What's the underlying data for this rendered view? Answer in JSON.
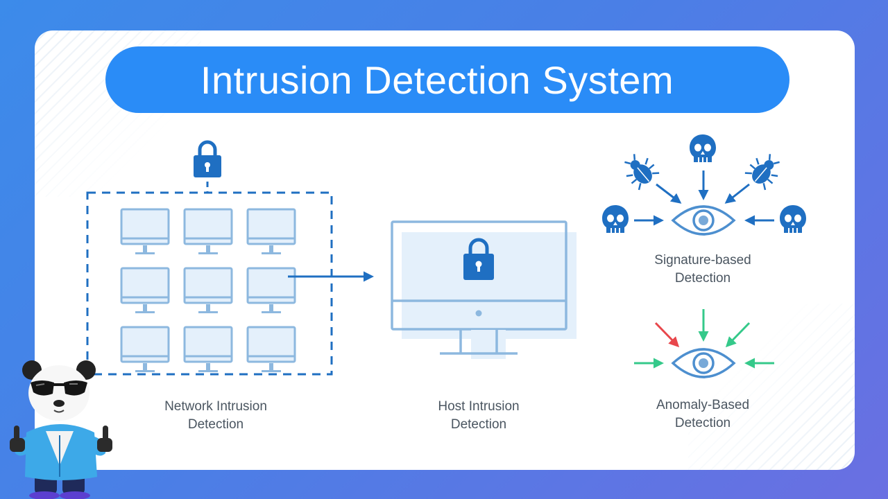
{
  "title": "Intrusion Detection System",
  "sections": {
    "network": {
      "line1": "Network Intrusion",
      "line2": "Detection"
    },
    "host": {
      "line1": "Host Intrusion",
      "line2": "Detection"
    },
    "signature": {
      "line1": "Signature-based",
      "line2": "Detection"
    },
    "anomaly": {
      "line1": "Anomaly-Based",
      "line2": "Detection"
    }
  },
  "colors": {
    "title_pill": "#2a8cf7",
    "icon_blue": "#1f6fc2",
    "monitor_outline": "#8db8df",
    "monitor_fill": "#e4f0fb",
    "normal_arrow": "#35c98a",
    "malicious_arrow": "#e8474c"
  },
  "icons": [
    "lock-icon",
    "computer-icon",
    "skull-icon",
    "bug-icon",
    "eye-icon",
    "arrow-icon",
    "panda-mascot"
  ]
}
